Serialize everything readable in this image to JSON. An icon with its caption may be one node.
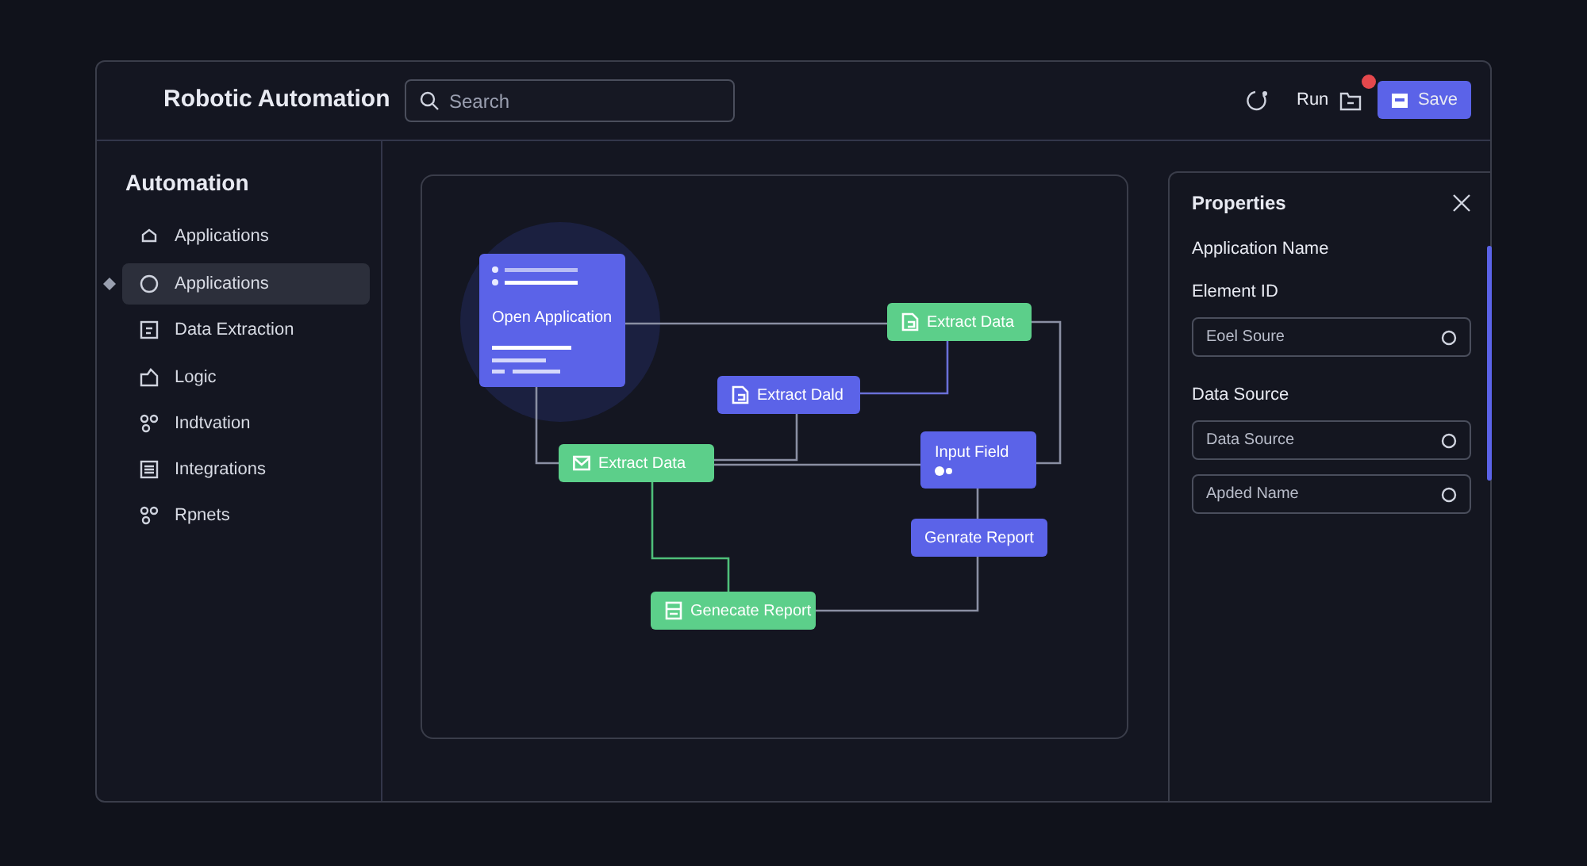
{
  "diagram": {
    "nodes": [
      {
        "text": [
          "Open Application"
        ]
      },
      {
        "text": [
          "Extract Data"
        ]
      },
      {
        "text": [
          "Extract Dald"
        ]
      },
      {
        "text": [
          "Extract Data"
        ]
      },
      {
        "text": [
          "Input Field"
        ]
      },
      {
        "text": [
          "Genrate Report"
        ]
      },
      {
        "text": [
          "Genecate Report"
        ]
      }
    ],
    "edges": [
      {
        "from": 0,
        "to": 1,
        "arrow": "none"
      },
      {
        "from": 1,
        "to": 4,
        "arrow": "none"
      },
      {
        "from": 1,
        "to": 2,
        "arrow": "none",
        "color": "#6a70d8"
      },
      {
        "from": 2,
        "to": 3,
        "arrow": "none"
      },
      {
        "from": 3,
        "to": 4,
        "arrow": "none"
      },
      {
        "from": 0,
        "to": 3,
        "arrow": "none"
      },
      {
        "from": 3,
        "to": 6,
        "arrow": "none",
        "color": "#4fbf7a"
      },
      {
        "from": 4,
        "to": 5,
        "arrow": "none"
      },
      {
        "from": 5,
        "to": 6,
        "arrow": "none"
      }
    ],
    "labels": [
      "Robotic Automation",
      "Search",
      "Run",
      "Save",
      "Automation",
      "Applications",
      "Applications",
      "Data Extraction",
      "Logic",
      "Indtvation",
      "Integrations",
      "Rpnets",
      "Properties",
      "Application Name",
      "Element ID",
      "Eoel Soure",
      "Data Source",
      "Data Source",
      "Apded Name"
    ]
  }
}
